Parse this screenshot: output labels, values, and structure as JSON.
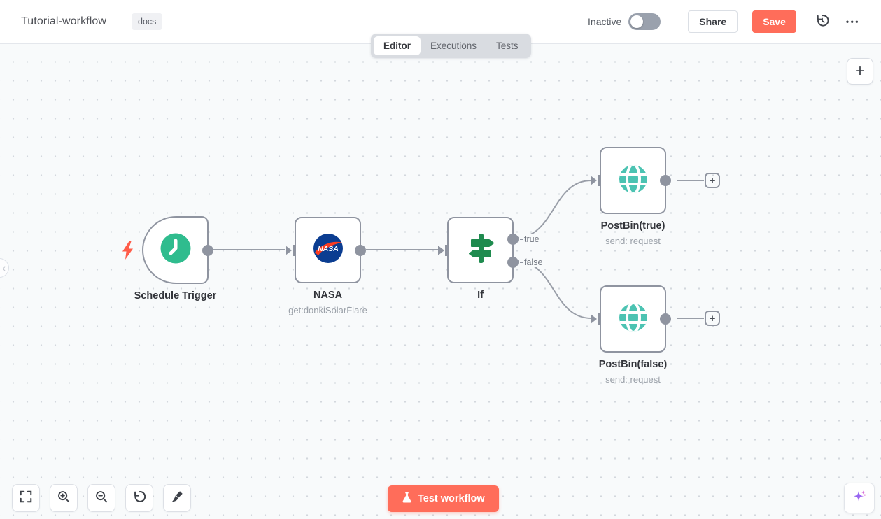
{
  "header": {
    "title": "Tutorial-workflow",
    "badge": "docs",
    "status": "Inactive",
    "share": "Share",
    "save": "Save"
  },
  "tabs": {
    "editor": "Editor",
    "executions": "Executions",
    "tests": "Tests"
  },
  "nodes": {
    "schedule": {
      "label": "Schedule Trigger"
    },
    "nasa": {
      "label": "NASA",
      "subtitle": "get:donkiSolarFlare"
    },
    "if": {
      "label": "If",
      "outputs": {
        "true": "true",
        "false": "false"
      }
    },
    "postbin_true": {
      "label": "PostBin(true)",
      "subtitle": "send: request"
    },
    "postbin_false": {
      "label": "PostBin(false)",
      "subtitle": "send: request"
    }
  },
  "footer": {
    "test": "Test workflow"
  },
  "icons": {
    "plus": "+",
    "ellipsis": "•••",
    "chevron": "‹"
  },
  "colors": {
    "accent": "#ff6d5a",
    "clock_teal": "#2fbc8e",
    "globe_teal": "#4cc3b2",
    "if_green": "#1f8b4f",
    "nasa_blue": "#0b3d91",
    "nasa_red": "#fc3d21",
    "connector_gray": "#8f94a0",
    "sparkle_purple": "#9b6cf5"
  }
}
